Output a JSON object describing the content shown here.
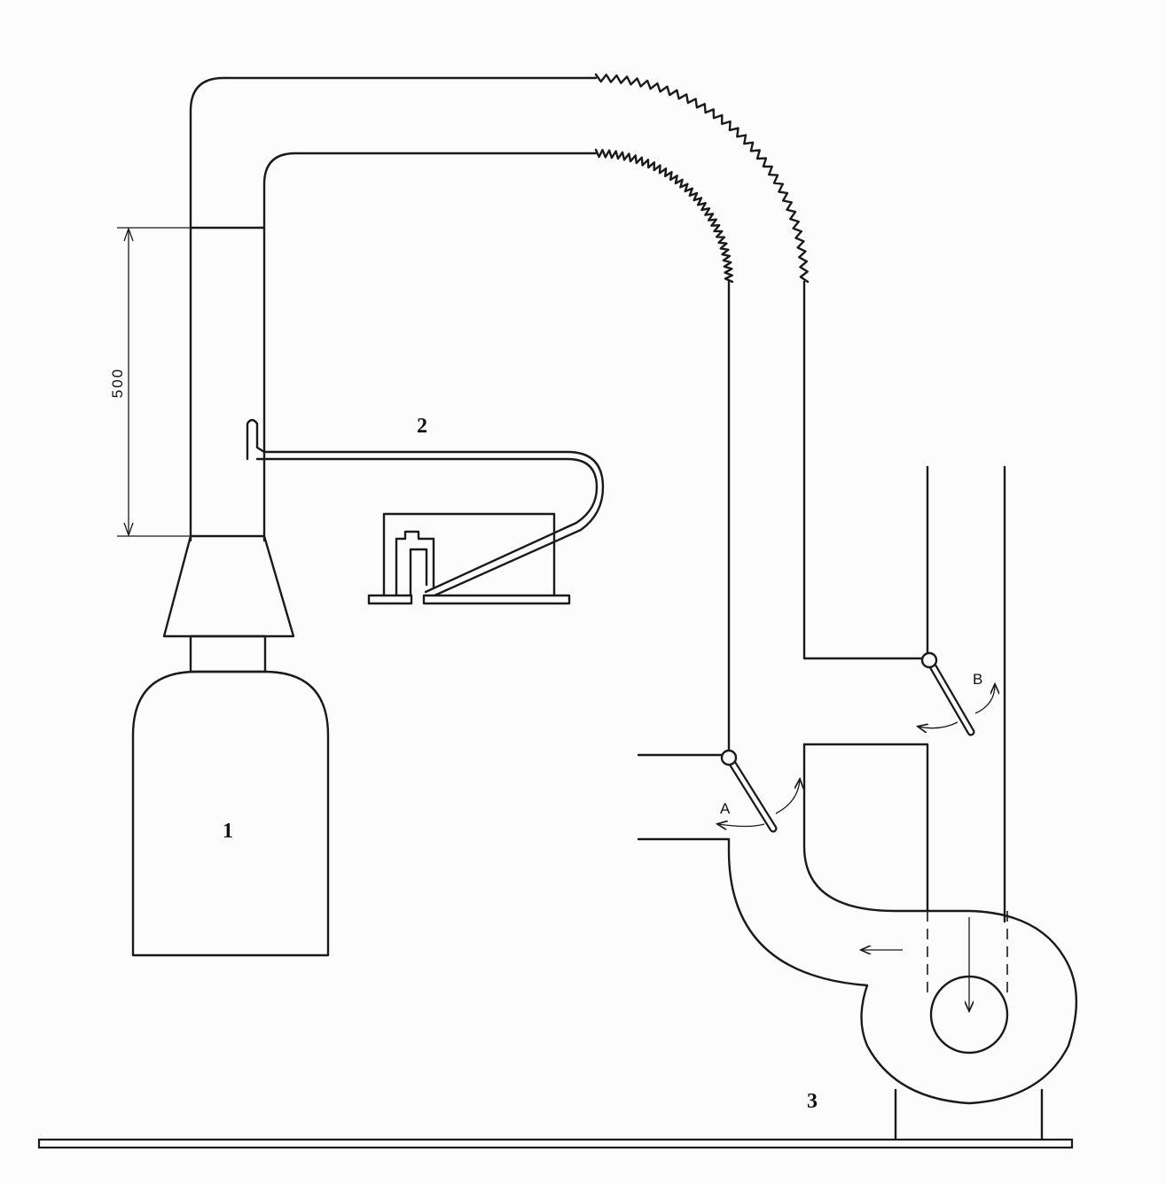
{
  "labels": {
    "item_1": "1",
    "item_2": "2",
    "item_3": "3",
    "damper_a": "A",
    "damper_b": "B",
    "dimension": "500"
  }
}
